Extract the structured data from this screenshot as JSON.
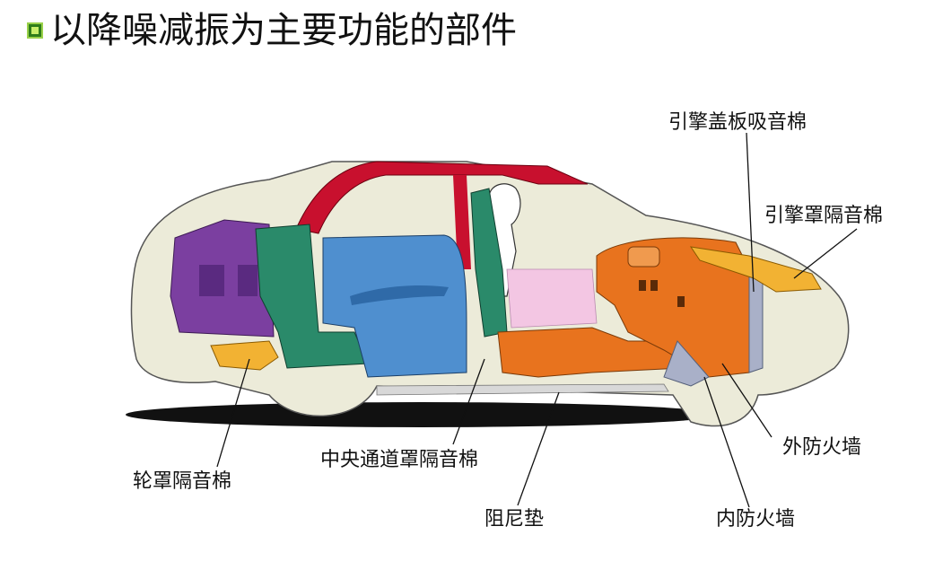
{
  "title": "以降噪减振为主要功能的部件",
  "labels": {
    "hood_insulation": "引擎盖板吸音棉",
    "engine_cover_insulation": "引擎罩隔音棉",
    "outer_firewall": "外防火墙",
    "inner_firewall": "内防火墙",
    "damping_pad": "阻尼垫",
    "tunnel_insulation": "中央通道罩隔音棉",
    "wheelhouse_insulation": "轮罩隔音棉"
  },
  "colors": {
    "body_fill": "#ecebd9",
    "roof_red": "#c8102e",
    "trunk_purple": "#7b3fa0",
    "seat_green": "#2a8a6a",
    "door_blue": "#4f8fcf",
    "dash_orange": "#e8731e",
    "insulation_yellow": "#f2b233",
    "firewall_gray": "#a9b0c8"
  }
}
